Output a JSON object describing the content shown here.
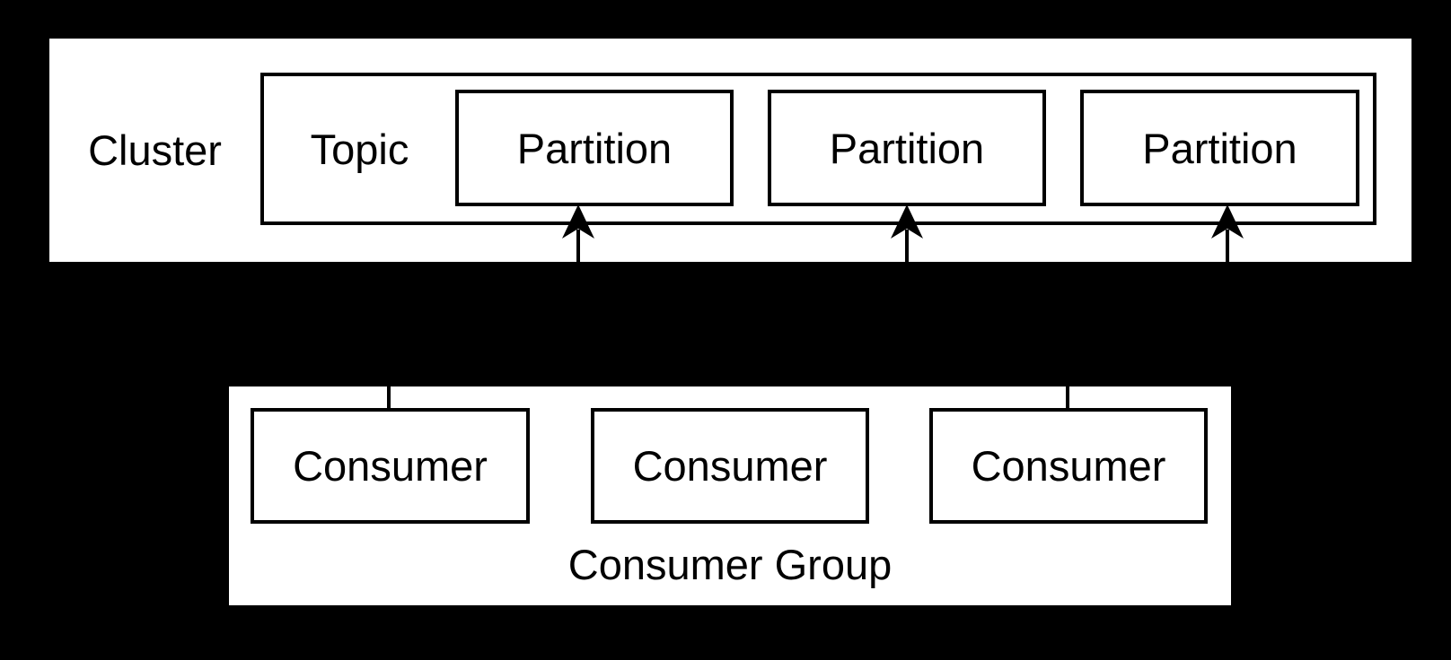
{
  "colors": {
    "background": "#000000",
    "box-fill": "#ffffff",
    "line": "#000000"
  },
  "cluster": {
    "label": "Cluster",
    "topic": {
      "label": "Topic",
      "partitions": [
        {
          "label": "Partition"
        },
        {
          "label": "Partition"
        },
        {
          "label": "Partition"
        }
      ]
    }
  },
  "consumer_group": {
    "label": "Consumer Group",
    "consumers": [
      {
        "label": "Consumer"
      },
      {
        "label": "Consumer"
      },
      {
        "label": "Consumer"
      }
    ]
  }
}
